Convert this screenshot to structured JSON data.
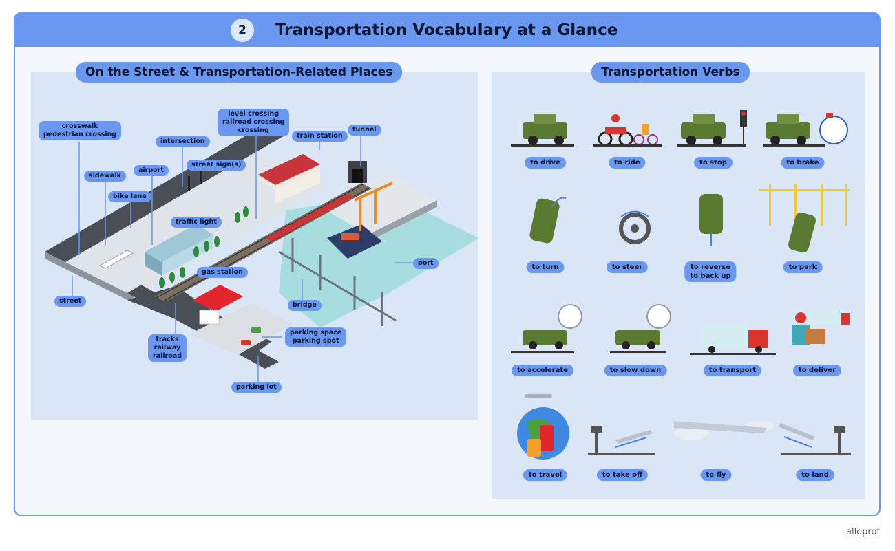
{
  "header": {
    "number": "2",
    "title": "Transportation Vocabulary at a Glance"
  },
  "left_panel": {
    "heading": "On the Street & Transportation-Related Places",
    "labels": {
      "crosswalk": "crosswalk\npedestrian crossing",
      "intersection": "intersection",
      "sidewalk": "sidewalk",
      "airport": "airport",
      "bike_lane": "bike lane",
      "level_crossing": "level crossing\nrailroad crossing\ncrossing",
      "street_sign": "street sign(s)",
      "traffic_light": "traffic light",
      "train_station": "train station",
      "tunnel": "tunnel",
      "gas_station": "gas station",
      "street": "street",
      "port": "port",
      "bridge": "bridge",
      "tracks": "tracks\nrailway\nrailroad",
      "parking_space": "parking space\nparking spot",
      "parking_lot": "parking lot"
    }
  },
  "right_panel": {
    "heading": "Transportation Verbs",
    "verbs": [
      {
        "label": "to drive",
        "icon": "car-driving-icon"
      },
      {
        "label": "to ride",
        "icon": "motorcycle-bicycle-icon"
      },
      {
        "label": "to stop",
        "icon": "car-traffic-light-icon"
      },
      {
        "label": "to brake",
        "icon": "car-brake-pedal-icon"
      },
      {
        "label": "to turn",
        "icon": "car-turning-icon"
      },
      {
        "label": "to steer",
        "icon": "steering-wheel-icon"
      },
      {
        "label": "to reverse\nto back up",
        "icon": "car-reversing-icon"
      },
      {
        "label": "to park",
        "icon": "car-parking-icon"
      },
      {
        "label": "to accelerate",
        "icon": "car-speedometer-up-icon"
      },
      {
        "label": "to slow down",
        "icon": "car-speedometer-down-icon"
      },
      {
        "label": "to transport",
        "icon": "truck-icon"
      },
      {
        "label": "to deliver",
        "icon": "delivery-person-icon"
      },
      {
        "label": "to travel",
        "icon": "globe-luggage-icon"
      },
      {
        "label": "to take off",
        "icon": "plane-takeoff-icon"
      },
      {
        "label": "to fly",
        "icon": "plane-flying-icon"
      },
      {
        "label": "to land",
        "icon": "plane-landing-icon"
      }
    ]
  },
  "footer": {
    "brand": "alloprof"
  },
  "colors": {
    "accent": "#6a97f0",
    "panel": "#dae5f6",
    "car": "#5a7a32",
    "rail": "#d9352d"
  }
}
